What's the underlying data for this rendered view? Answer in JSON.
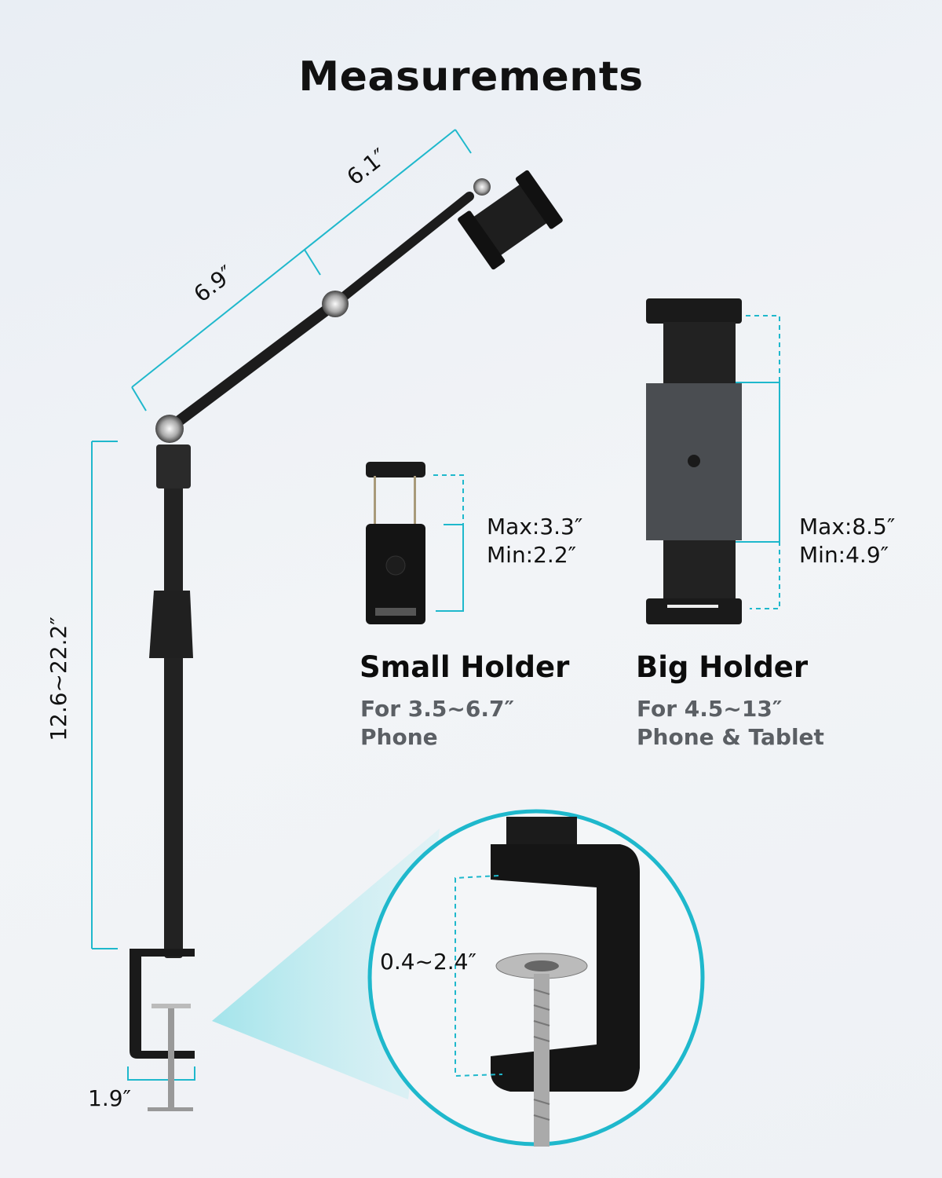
{
  "title": "Measurements",
  "arm": {
    "upper_length": "6.1″",
    "lower_length": "6.9″"
  },
  "pole": {
    "height_range": "12.6~22.2″"
  },
  "clamp": {
    "base_width": "1.9″",
    "opening_range": "0.4~2.4″"
  },
  "small_holder": {
    "name": "Small Holder",
    "max": "Max:3.3″",
    "min": "Min:2.2″",
    "desc_line1": "For 3.5~6.7″",
    "desc_line2": "Phone"
  },
  "big_holder": {
    "name": "Big Holder",
    "max": "Max:8.5″",
    "min": "Min:4.9″",
    "desc_line1": "For 4.5~13″",
    "desc_line2": "Phone & Tablet"
  },
  "colors": {
    "accent": "#1fb8cc",
    "product": "#1a1a1a"
  }
}
